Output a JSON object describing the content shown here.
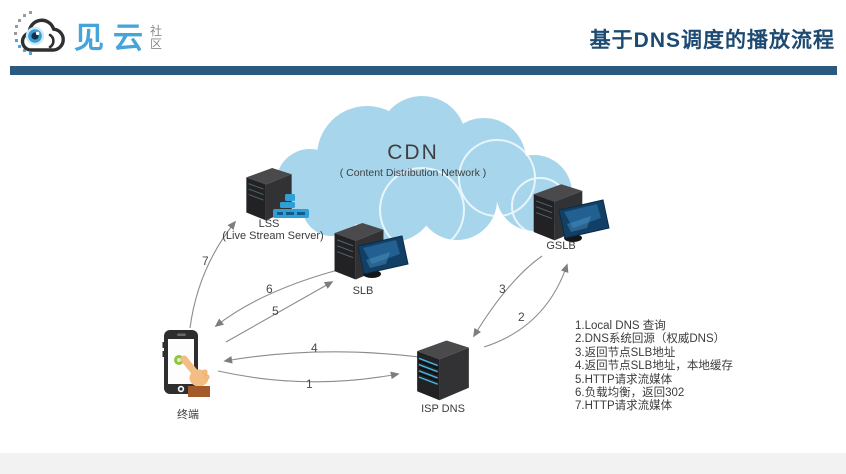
{
  "header": {
    "brand": "见云",
    "brand_sub_top": "社",
    "brand_sub_bottom": "区",
    "title": "基于DNS调度的播放流程"
  },
  "cloud": {
    "title": "CDN",
    "subtitle": "( Content Distribution Network )"
  },
  "nodes": {
    "lss": {
      "label": "LSS",
      "sublabel": "(Live Stream Server)"
    },
    "slb": {
      "label": "SLB"
    },
    "gslb": {
      "label": "GSLB"
    },
    "isp": {
      "label": "ISP DNS"
    },
    "terminal": {
      "label": "终端"
    }
  },
  "arrows": {
    "n1": "1",
    "n2": "2",
    "n3": "3",
    "n4": "4",
    "n5": "5",
    "n6": "6",
    "n7": "7"
  },
  "steps": [
    "1.Local DNS 查询",
    "2.DNS系统回源（权威DNS）",
    "3.返回节点SLB地址",
    "4.返回节点SLB地址，本地缓存",
    "5.HTTP请求流媒体",
    "6.负载均衡，返回302",
    "7.HTTP请求流媒体"
  ],
  "colors": {
    "accent_bar": "#2a5a80",
    "title_text": "#1d4a72",
    "brand_blue": "#45a5da",
    "cloud_fill": "#a7d6ec",
    "arrow_gray": "#8a8a8a"
  }
}
